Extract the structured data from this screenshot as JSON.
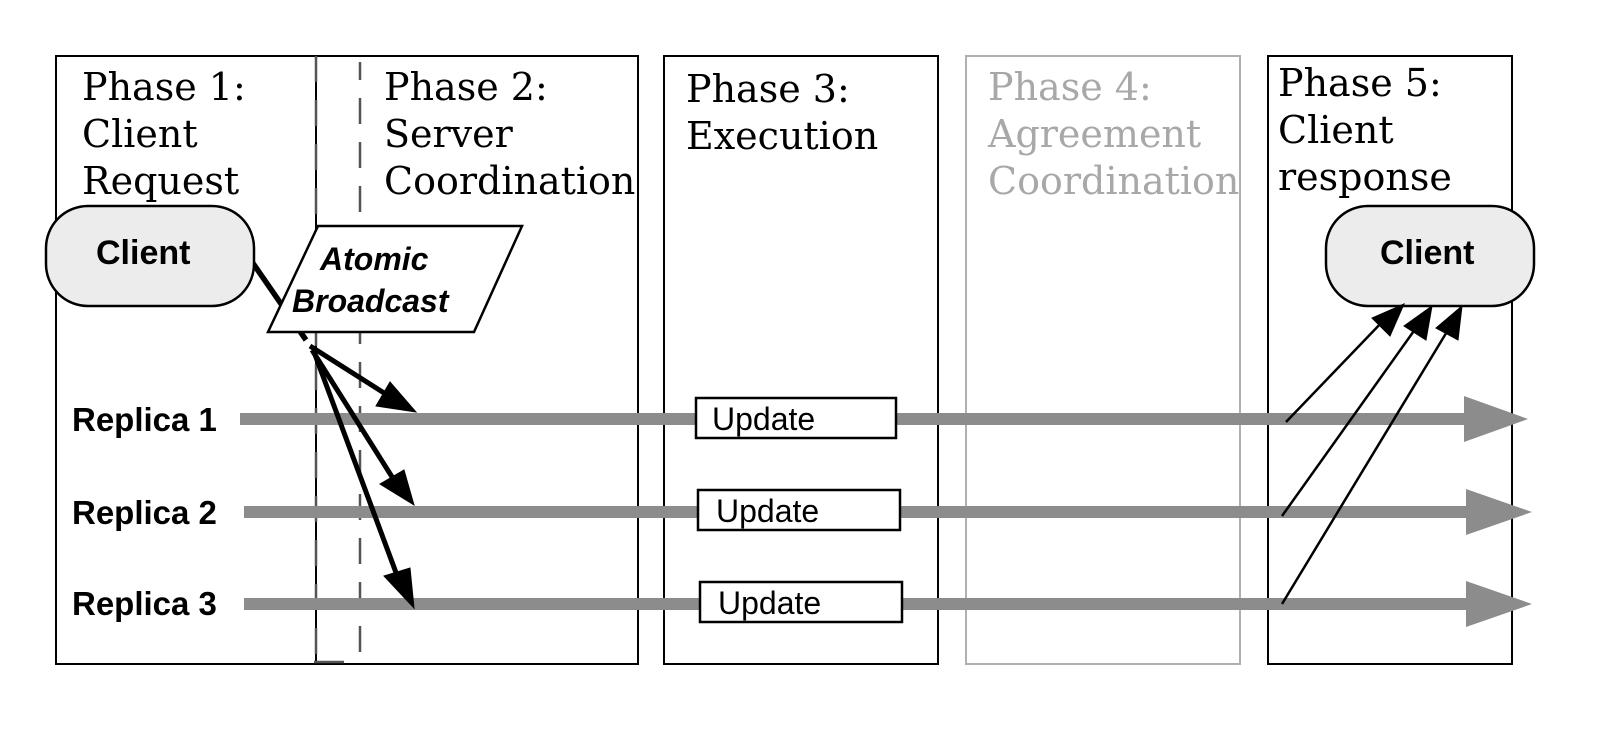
{
  "phases": [
    {
      "lines": [
        "Phase 1:",
        "Client",
        "Request"
      ]
    },
    {
      "lines": [
        "Phase 2:",
        "Server",
        "Coordination"
      ]
    },
    {
      "lines": [
        "Phase 3:",
        "Execution"
      ]
    },
    {
      "lines": [
        "Phase 4:",
        "Agreement",
        "Coordination"
      ],
      "faded": true
    },
    {
      "lines": [
        "Phase 5:",
        "Client",
        "response"
      ]
    }
  ],
  "nodes": {
    "client_request": "Client",
    "client_response": "Client",
    "atomic_broadcast": [
      "Atomic",
      "Broadcast"
    ]
  },
  "replicas": [
    "Replica 1",
    "Replica 2",
    "Replica 3"
  ],
  "update_label": "Update",
  "colors": {
    "timeline": "#8c8c8c",
    "client_fill": "#ececec",
    "faded": "#a8a8a8",
    "stroke": "#000000"
  }
}
